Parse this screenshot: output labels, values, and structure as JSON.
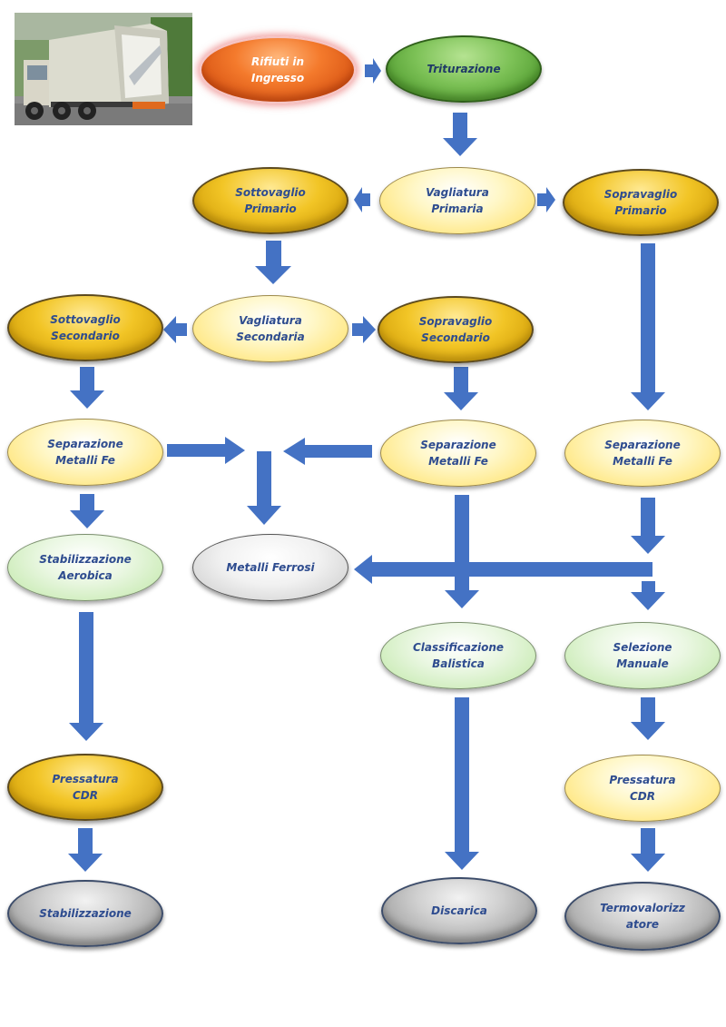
{
  "colors": {
    "arrow": "#4472c4",
    "text": "#2e4c8f",
    "orange": "#f47a2c",
    "green": "#7cc156",
    "gold": "#f2c526",
    "light_yellow": "#fff2a8",
    "light_green": "#d8f0c8",
    "gray": "#a6a6a6"
  },
  "photo": {
    "icon": "garbage-truck-photo"
  },
  "nodes": {
    "rifiuti": "Rifiuti in\nIngresso",
    "triturazione": "Triturazione",
    "sottovaglio_primario": "Sottovaglio\nPrimario",
    "vagliatura_primaria": "Vagliatura\nPrimaria",
    "sopravaglio_primario": "Sopravaglio\nPrimario",
    "sottovaglio_secondario": "Sottovaglio\nSecondario",
    "vagliatura_secondaria": "Vagliatura\nSecondaria",
    "sopravaglio_secondario": "Sopravaglio\nSecondario",
    "separazione_1": "Separazione\nMetalli Fe",
    "separazione_2": "Separazione\nMetalli Fe",
    "separazione_3": "Separazione\nMetalli Fe",
    "stabilizzazione_aerobica": "Stabilizzazione\nAerobica",
    "metalli_ferrosi": "Metalli Ferrosi",
    "classificazione_balistica": "Classificazione\nBalistica",
    "selezione_manuale": "Selezione\nManuale",
    "pressatura_cdr_left": "Pressatura\nCDR",
    "pressatura_cdr_right": "Pressatura\nCDR",
    "stabilizzazione": "Stabilizzazione",
    "discarica": "Discarica",
    "termovalorizzatore": "Termovalorizz\natore"
  }
}
